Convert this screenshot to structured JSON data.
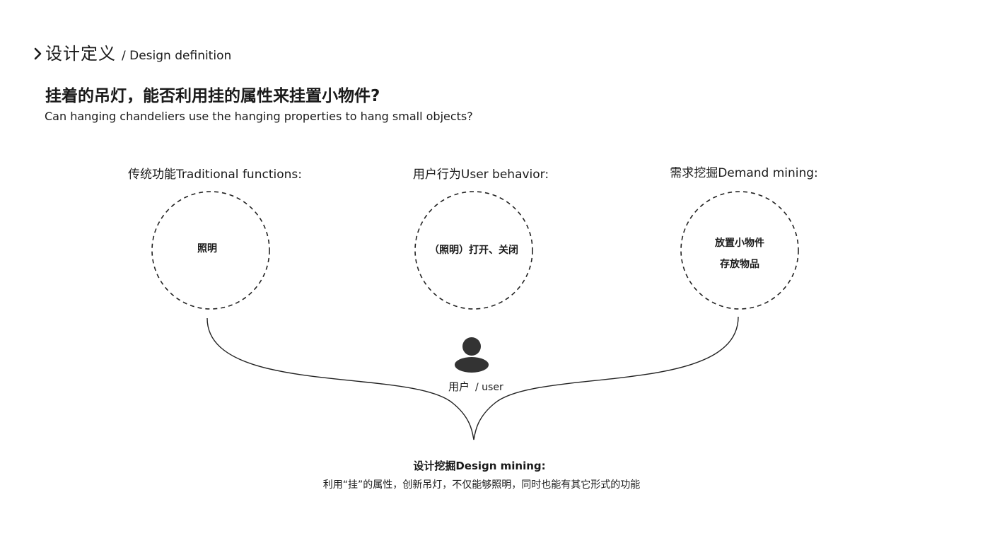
{
  "header": {
    "title": "设计定义",
    "subtitle": "/ Design definition"
  },
  "question": {
    "zh": "挂着的吊灯，能否利用挂的属性来挂置小物件?",
    "en": "Can hanging chandeliers use the hanging properties to hang small objects?"
  },
  "columns": [
    {
      "label": "传统功能Traditional functions:",
      "lines": [
        "照明"
      ]
    },
    {
      "label": "用户行为User behavior:",
      "lines": [
        "（照明）打开、关闭"
      ]
    },
    {
      "label": "需求挖掘Demand mining:",
      "lines": [
        "放置小物件",
        "存放物品"
      ]
    }
  ],
  "user": {
    "zh": "用户",
    "en": "/ user",
    "icon": "user-icon"
  },
  "conclusion": {
    "title": "设计挖掘Design mining:",
    "text": "利用“挂”的属性，创新吊灯，不仅能够照明，同时也能有其它形式的功能"
  },
  "colors": {
    "text": "#1a1a1a",
    "icon": "#333333",
    "line": "#222222"
  }
}
